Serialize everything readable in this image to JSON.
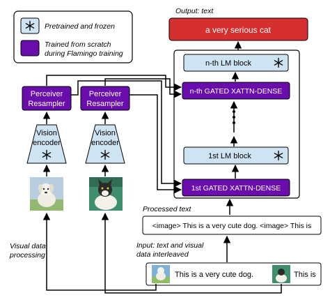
{
  "legend": {
    "frozen_label": "Pretrained and frozen",
    "trained_label_line1": "Trained from scratch",
    "trained_label_line2": "during Flamingo training"
  },
  "output": {
    "caption": "Output: text",
    "text": "a very serious cat"
  },
  "lm_stack": {
    "top_block": "n-th LM block",
    "top_gated": "n-th GATED XATTN-DENSE",
    "bottom_block": "1st LM block",
    "bottom_gated": "1st GATED XATTN-DENSE"
  },
  "vision": {
    "resampler_line1": "Perceiver",
    "resampler_line2": "Resampler",
    "encoder_line1": "Vision",
    "encoder_line2": "encoder"
  },
  "processed": {
    "caption": "Processed text",
    "text": "<image> This is a very cute dog. <image> This is"
  },
  "input": {
    "caption_line1": "Input: text and visual",
    "caption_line2": "data interleaved",
    "text1": "This is a very cute dog.",
    "text2": "This is"
  },
  "visual_processing": {
    "line1": "Visual data",
    "line2": "processing"
  },
  "colors": {
    "frozen_fill": "#cfe4f3",
    "trained_fill": "#6a0dad",
    "output_fill": "#d62f2f",
    "line": "#000000"
  },
  "icons": {
    "frozen": "snowflake-icon",
    "dog_image": "dog-photo",
    "cat_image": "cat-photo"
  }
}
